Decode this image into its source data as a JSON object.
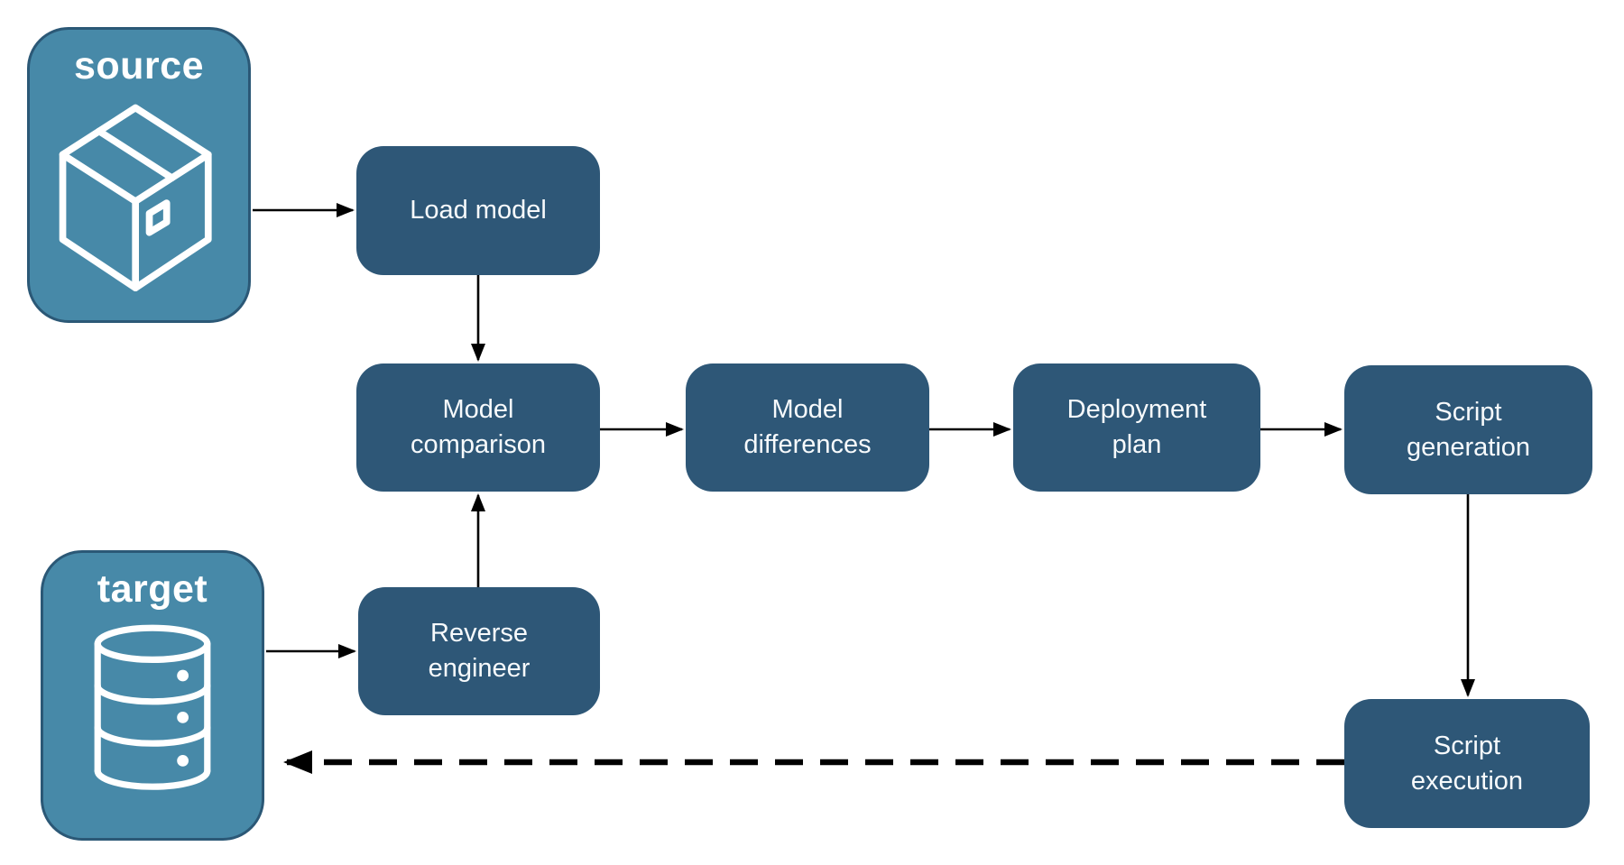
{
  "diagram": {
    "colors": {
      "node_fill": "#2E5777",
      "node_text": "#F7FAFC",
      "entity_fill": "#4789A8",
      "entity_border": "#2B5876",
      "arrow": "#000000",
      "background": "#FFFFFF"
    },
    "entities": [
      {
        "id": "source",
        "label": "source",
        "icon": "package-icon"
      },
      {
        "id": "target",
        "label": "target",
        "icon": "database-icon"
      }
    ],
    "processes": [
      {
        "id": "load-model",
        "label": "Load model"
      },
      {
        "id": "model-comparison",
        "label": "Model comparison"
      },
      {
        "id": "model-differences",
        "label": "Model differences"
      },
      {
        "id": "deployment-plan",
        "label": "Deployment plan"
      },
      {
        "id": "script-generation",
        "label": "Script generation"
      },
      {
        "id": "reverse-engineer",
        "label": "Reverse engineer"
      },
      {
        "id": "script-execution",
        "label": "Script execution"
      }
    ],
    "edges": [
      {
        "from": "source",
        "to": "load-model",
        "style": "solid"
      },
      {
        "from": "load-model",
        "to": "model-comparison",
        "style": "solid"
      },
      {
        "from": "model-comparison",
        "to": "model-differences",
        "style": "solid"
      },
      {
        "from": "model-differences",
        "to": "deployment-plan",
        "style": "solid"
      },
      {
        "from": "deployment-plan",
        "to": "script-generation",
        "style": "solid"
      },
      {
        "from": "script-generation",
        "to": "script-execution",
        "style": "solid"
      },
      {
        "from": "target",
        "to": "reverse-engineer",
        "style": "solid"
      },
      {
        "from": "reverse-engineer",
        "to": "model-comparison",
        "style": "solid"
      },
      {
        "from": "script-execution",
        "to": "target",
        "style": "dashed"
      }
    ]
  }
}
